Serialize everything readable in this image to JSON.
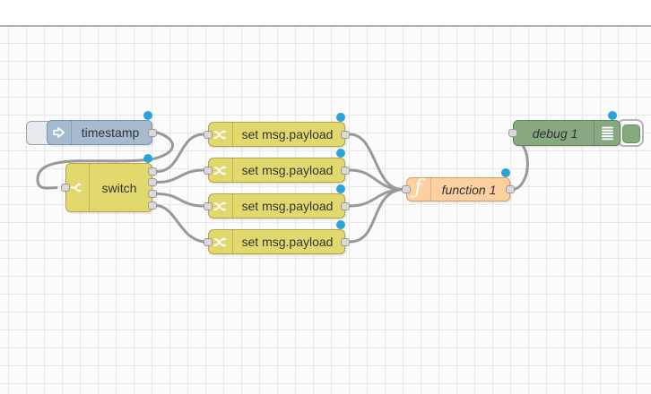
{
  "flow": {
    "nodes": [
      {
        "type": "inject",
        "label": "timestamp",
        "changed": true,
        "inputs": 0,
        "outputs": 1
      },
      {
        "type": "switch",
        "label": "switch",
        "changed": true,
        "inputs": 1,
        "outputs": 4
      },
      {
        "type": "change",
        "label": "set msg.payload",
        "changed": true,
        "inputs": 1,
        "outputs": 1
      },
      {
        "type": "change",
        "label": "set msg.payload",
        "changed": true,
        "inputs": 1,
        "outputs": 1
      },
      {
        "type": "change",
        "label": "set msg.payload",
        "changed": true,
        "inputs": 1,
        "outputs": 1
      },
      {
        "type": "change",
        "label": "set msg.payload",
        "changed": true,
        "inputs": 1,
        "outputs": 1
      },
      {
        "type": "function",
        "label": "function 1",
        "changed": true,
        "inputs": 1,
        "outputs": 1,
        "icon_glyph": "ƒ"
      },
      {
        "type": "debug",
        "label": "debug 1",
        "changed": true,
        "inputs": 1,
        "outputs": 0,
        "enabled": true
      }
    ],
    "wires": [
      {
        "from": "timestamp",
        "to": "switch"
      },
      {
        "from": "switch:out1",
        "to": "set msg.payload #1"
      },
      {
        "from": "switch:out2",
        "to": "set msg.payload #2"
      },
      {
        "from": "switch:out3",
        "to": "set msg.payload #3"
      },
      {
        "from": "switch:out4",
        "to": "set msg.payload #4"
      },
      {
        "from": "set msg.payload #1",
        "to": "function 1"
      },
      {
        "from": "set msg.payload #2",
        "to": "function 1"
      },
      {
        "from": "set msg.payload #3",
        "to": "function 1"
      },
      {
        "from": "set msg.payload #4",
        "to": "function 1"
      },
      {
        "from": "function 1",
        "to": "debug 1"
      }
    ],
    "colors": {
      "inject": "#a6bbcf",
      "switch": "#e2d96e",
      "change": "#e2d96e",
      "function": "#fdd0a2",
      "debug": "#87a980",
      "wire": "#999999",
      "changed_indicator": "#29a4d8",
      "port_fill": "#d9d9d9",
      "port_border": "#999999"
    }
  }
}
